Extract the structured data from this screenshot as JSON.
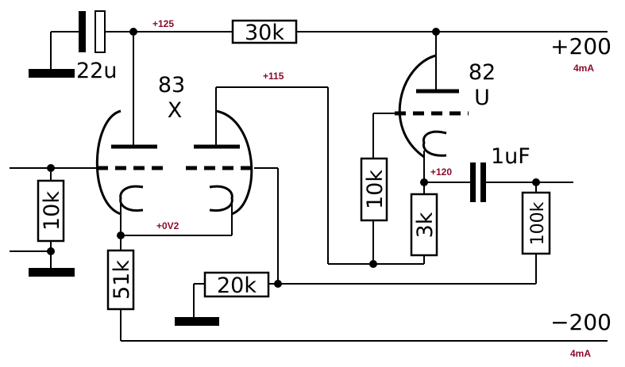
{
  "components": {
    "c_22u": "22u",
    "r_30k": "30k",
    "r_10k_grid": "10k",
    "r_51k": "51k",
    "r_20k": "20k",
    "r_10k_plate": "10k",
    "r_3k": "3k",
    "r_100k": "100k",
    "c_1uf": "1uF"
  },
  "tubes": {
    "v1_line1": "83",
    "v1_line2": "X",
    "v2_line1": "82",
    "v2_line2": "U"
  },
  "rails": {
    "pos_label": "+200",
    "pos_current": "4mA",
    "neg_label": "−200",
    "neg_current": "4mA"
  },
  "voltages": {
    "v_125": "+125",
    "v_115": "+115",
    "v_0v2": "+0V2",
    "v_120": "+120"
  },
  "colors": {
    "ink": "#000000",
    "voltage_label": "#8b0a2a",
    "background": "#ffffff"
  }
}
